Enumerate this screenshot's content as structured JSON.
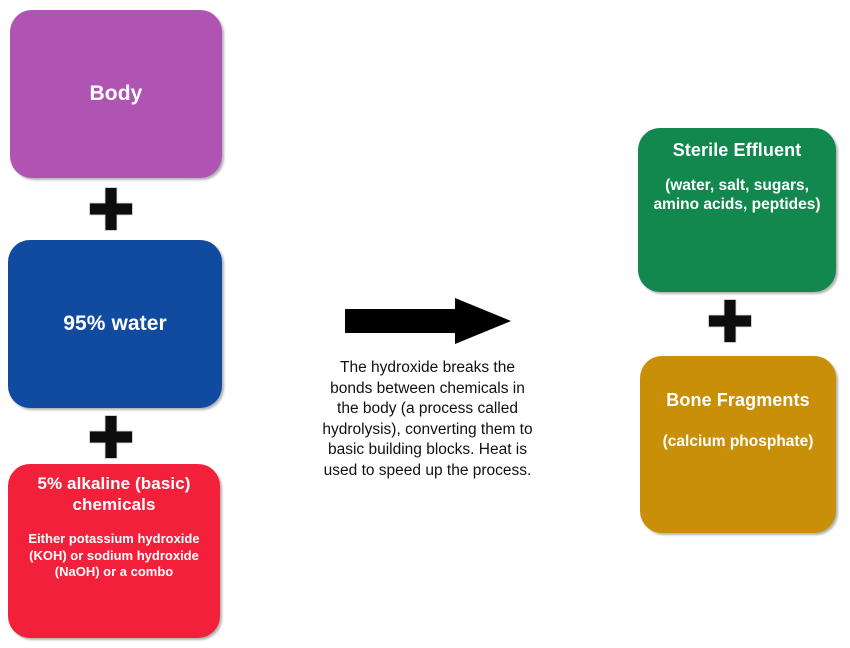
{
  "diagram": {
    "inputs": [
      {
        "id": "body",
        "title": "Body",
        "sub": "",
        "color": "#b054b4"
      },
      {
        "id": "water",
        "title": "95% water",
        "sub": "",
        "color": "#114ba0"
      },
      {
        "id": "alkaline",
        "title": "5% alkaline (basic) chemicals",
        "sub": "Either potassium hydroxide (KOH) or sodium hydroxide (NaOH) or a combo",
        "color": "#f3203c"
      }
    ],
    "outputs": [
      {
        "id": "effluent",
        "title": "Sterile Effluent",
        "sub": "(water, salt, sugars, amino acids, peptides)",
        "color": "#12884e"
      },
      {
        "id": "bone",
        "title": "Bone Fragments",
        "sub": "(calcium phosphate)",
        "color": "#ca8f09"
      }
    ],
    "operators": [
      {
        "id": "plus-1",
        "symbol": "+"
      },
      {
        "id": "plus-2",
        "symbol": "+"
      },
      {
        "id": "plus-3",
        "symbol": "+"
      }
    ],
    "arrow": {
      "direction": "right",
      "color": "#000000"
    },
    "caption": "The hydroxide breaks the bonds between chemicals in the body (a process called hydrolysis), converting them to basic building blocks. Heat is used to speed up the process."
  }
}
